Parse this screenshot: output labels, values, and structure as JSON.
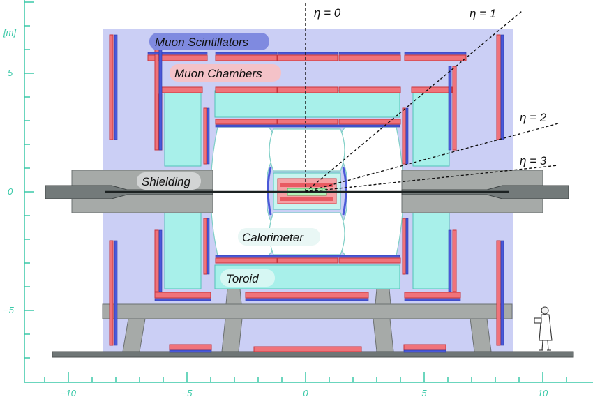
{
  "axes": {
    "y_unit": "[m]",
    "y_ticks": [
      {
        "label": "5"
      },
      {
        "label": "0"
      },
      {
        "label": "−5"
      }
    ],
    "x_ticks": [
      {
        "label": "−10"
      },
      {
        "label": "−5"
      },
      {
        "label": "0"
      },
      {
        "label": "5"
      },
      {
        "label": "10"
      }
    ]
  },
  "eta_lines": [
    {
      "label": "η = 0"
    },
    {
      "label": "η = 1"
    },
    {
      "label": "η = 2"
    },
    {
      "label": "η = 3"
    }
  ],
  "labels": {
    "muon_scintillators": "Muon Scintillators",
    "muon_chambers": "Muon Chambers",
    "shielding": "Shielding",
    "calorimeter": "Calorimeter",
    "toroid": "Toroid"
  },
  "colors": {
    "background_box": "#cbcff5",
    "axis": "#3ac9a8",
    "toroid": "#a8f0ea",
    "chambers_red": "#f0737a",
    "scint_blue": "#4a58d8",
    "shielding_gray": "#a6aaa8",
    "steel_dark": "#5a6060"
  }
}
